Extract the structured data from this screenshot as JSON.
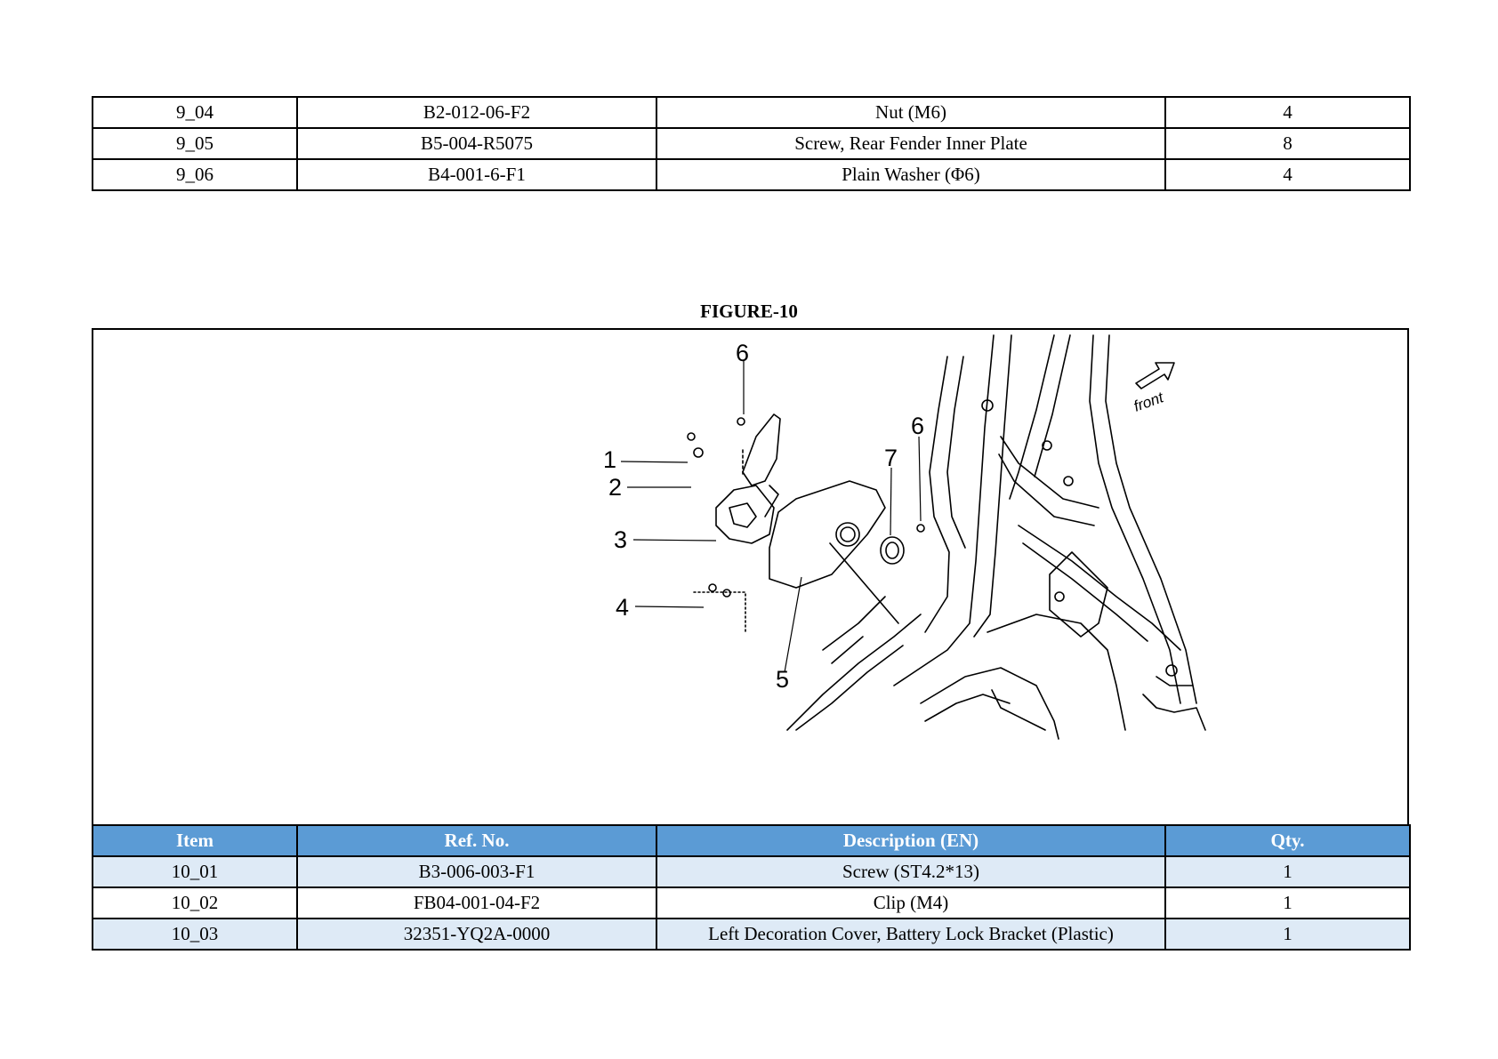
{
  "top_table": {
    "rows": [
      {
        "item": "9_04",
        "ref": "B2-012-06-F2",
        "desc": "Nut (M6)",
        "qty": "4"
      },
      {
        "item": "9_05",
        "ref": "B5-004-R5075",
        "desc": "Screw, Rear Fender Inner Plate",
        "qty": "8"
      },
      {
        "item": "9_06",
        "ref": "B4-001-6-F1",
        "desc": "Plain Washer (Φ6)",
        "qty": "4"
      }
    ]
  },
  "figure": {
    "title": "FIGURE-10",
    "direction_label": "front",
    "callouts": [
      "1",
      "2",
      "3",
      "4",
      "5",
      "6",
      "6",
      "7"
    ]
  },
  "figure_table": {
    "headers": {
      "item": "Item",
      "ref": "Ref. No.",
      "desc": "Description (EN)",
      "qty": "Qty."
    },
    "rows": [
      {
        "item": "10_01",
        "ref": "B3-006-003-F1",
        "desc": "Screw (ST4.2*13)",
        "qty": "1"
      },
      {
        "item": "10_02",
        "ref": "FB04-001-04-F2",
        "desc": "Clip (M4)",
        "qty": "1"
      },
      {
        "item": "10_03",
        "ref": "32351-YQ2A-0000",
        "desc": "Left Decoration Cover, Battery Lock Bracket (Plastic)",
        "qty": "1"
      }
    ]
  }
}
